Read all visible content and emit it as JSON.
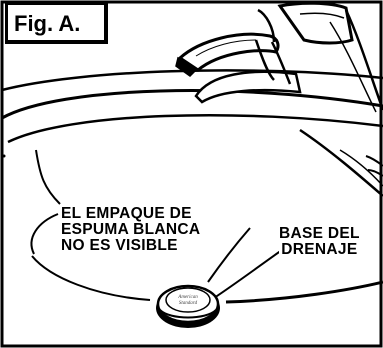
{
  "figure": {
    "title": "Fig. A."
  },
  "callouts": {
    "gasket": {
      "lines": [
        "EL EMPAQUE DE",
        "ESPUMA BLANCA",
        "NO ES VISIBLE"
      ]
    },
    "drain": {
      "lines": [
        "BASE DEL",
        "DRENAJE"
      ]
    }
  },
  "drain_cap": {
    "brand_lines": [
      "American",
      "Standard"
    ]
  },
  "colors": {
    "ink": "#000000",
    "paper": "#ffffff"
  }
}
